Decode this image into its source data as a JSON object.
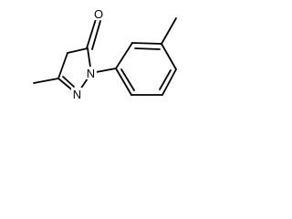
{
  "molecule": {
    "atoms": {
      "oxygen": "O",
      "ring_nitrogen_1": "N",
      "ring_nitrogen_2": "N"
    }
  }
}
